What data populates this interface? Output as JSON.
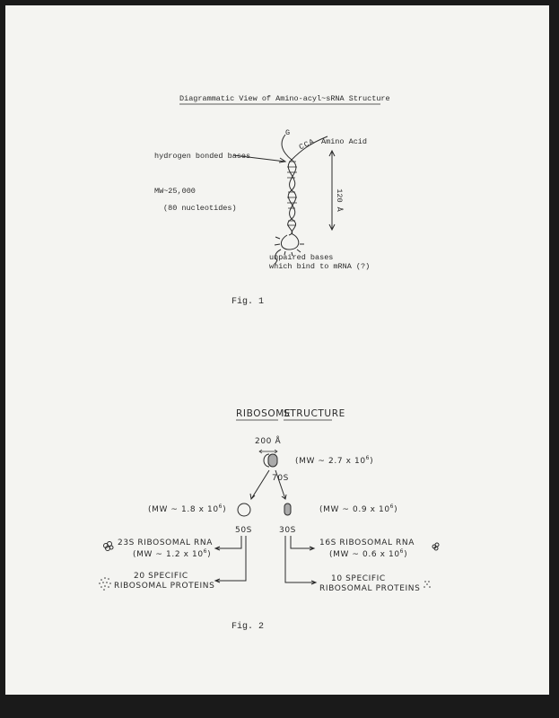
{
  "fig1": {
    "title": "Diagrammatic View of Amino-acyl~sRNA Structure",
    "label_g": "G",
    "label_cca": "CCA",
    "amino_acid": "Amino Acid",
    "hydrogen_bonded": "hydrogen bonded bases",
    "mw": "MW~25,000",
    "nucleotides": "(80 nucleotides)",
    "length": "120 Å",
    "unpaired_1": "unpaired bases",
    "unpaired_2": "which bind to mRNA (?)",
    "caption": "Fig. 1"
  },
  "fig2": {
    "title_1": "RIBOSOME",
    "title_2": "STRUCTURE",
    "size": "200 Å",
    "mw_70s": "(MW ~ 2.7 x 10",
    "label_70s": "70S",
    "mw_50s": "(MW ~ 1.8 x 10",
    "mw_30s": "(MW ~ 0.9 x 10",
    "label_50s": "50S",
    "label_30s": "30S",
    "rna_23s": "23S RIBOSOMAL RNA",
    "mw_23s": "(MW ~ 1.2 x 10",
    "rna_16s": "16S RIBOSOMAL RNA",
    "mw_16s": "(MW ~ 0.6 x 10",
    "proteins_20_1": "20 SPECIFIC",
    "proteins_20_2": "RIBOSOMAL PROTEINS",
    "proteins_10_1": "10 SPECIFIC",
    "proteins_10_2": "RIBOSOMAL PROTEINS",
    "exponent": "6",
    "caption": "Fig. 2"
  }
}
